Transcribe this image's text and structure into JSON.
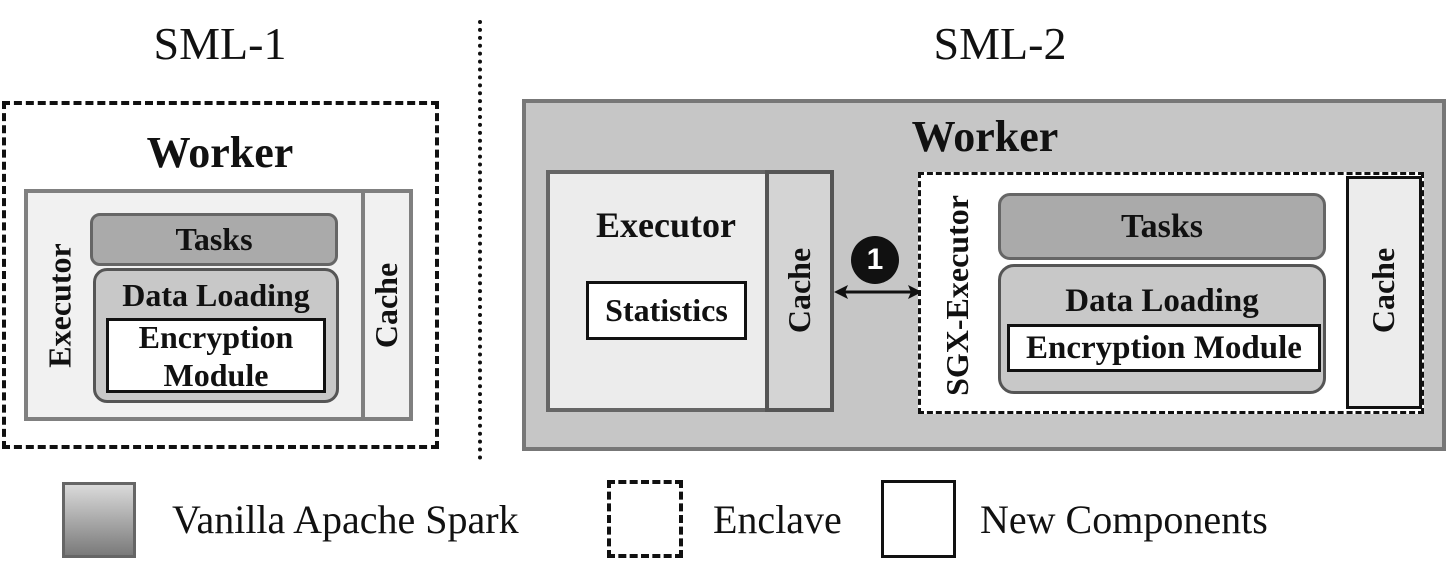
{
  "sml1": {
    "title": "SML-1",
    "worker": "Worker",
    "executor": "Executor",
    "tasks": "Tasks",
    "data_loading": "Data Loading",
    "encryption_line1": "Encryption",
    "encryption_line2": "Module",
    "cache": "Cache"
  },
  "sml2": {
    "title": "SML-2",
    "worker": "Worker",
    "executor": "Executor",
    "statistics": "Statistics",
    "cache": "Cache",
    "step_marker": "1",
    "sgx_executor": "SGX-Executor",
    "tasks": "Tasks",
    "data_loading": "Data Loading",
    "encryption": "Encryption Module",
    "sgx_cache": "Cache"
  },
  "legend": {
    "vanilla": "Vanilla Apache Spark",
    "enclave": "Enclave",
    "new_components": "New Components"
  },
  "colors": {
    "worker_fill": "#c6c6c6",
    "executor_fill": "#ececec",
    "tasks_fill": "#a9a9a9",
    "loading_fill": "#cfcfcf"
  }
}
